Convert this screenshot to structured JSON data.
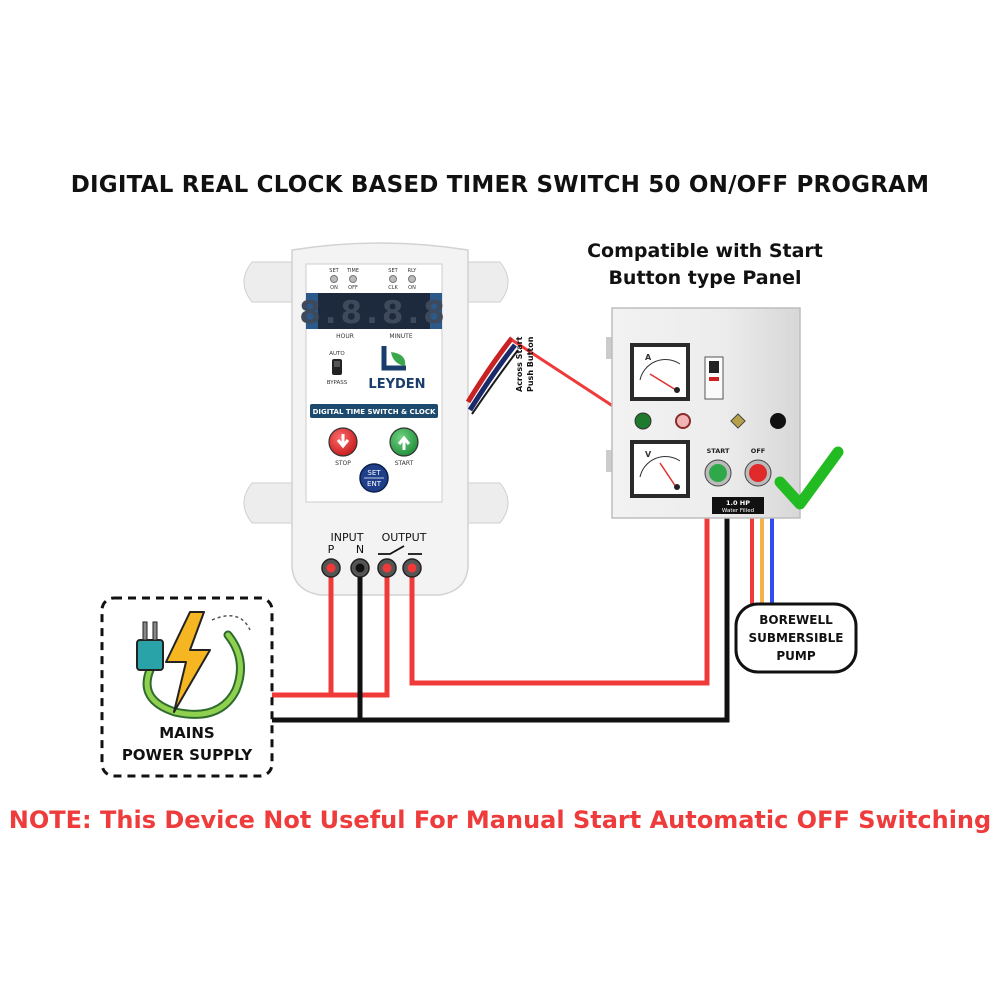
{
  "title": "DIGITAL REAL CLOCK BASED TIMER SWITCH 50 ON/OFF PROGRAM",
  "compat_line1": "Compatible with Start",
  "compat_line2": "Button type Panel",
  "note": "NOTE: This Device Not Useful For Manual Start Automatic OFF Switching",
  "timer": {
    "brand": "LEYDEN",
    "display": "8.8.8.8",
    "led_labels": [
      "SET",
      "TIME",
      "SET",
      "RLY"
    ],
    "led_sublabels": [
      "ON",
      "OFF",
      "CLK",
      "ON"
    ],
    "hour_label": "HOUR",
    "minute_label": "MINUTE",
    "auto_label": "AUTO",
    "bypass_label": "BYPASS",
    "banner": "DIGITAL TIME SWITCH & CLOCK",
    "stop_label": "STOP",
    "start_label": "START",
    "set_label": "SET",
    "ent_label": "ENT",
    "input_label": "INPUT",
    "p_label": "P",
    "n_label": "N",
    "output_label": "OUTPUT"
  },
  "wire_label_line1": "Across Start",
  "wire_label_line2": "Push Button",
  "panel": {
    "start_label": "START",
    "off_label": "OFF",
    "plate_line1": "1.0 HP",
    "plate_line2": "Water Filled",
    "ammeter_letter": "A",
    "voltmeter_letter": "V"
  },
  "pump_line1": "BOREWELL",
  "pump_line2": "SUBMERSIBLE",
  "pump_line3": "PUMP",
  "mains_line1": "MAINS",
  "mains_line2": "POWER SUPPLY",
  "colors": {
    "wire_red": "#f03a3a",
    "wire_black": "#111111",
    "wire_orange": "#f5b24a",
    "wire_blue": "#2d4df2",
    "check_green": "#22bb22",
    "brand_blue": "#1a3d6b"
  }
}
